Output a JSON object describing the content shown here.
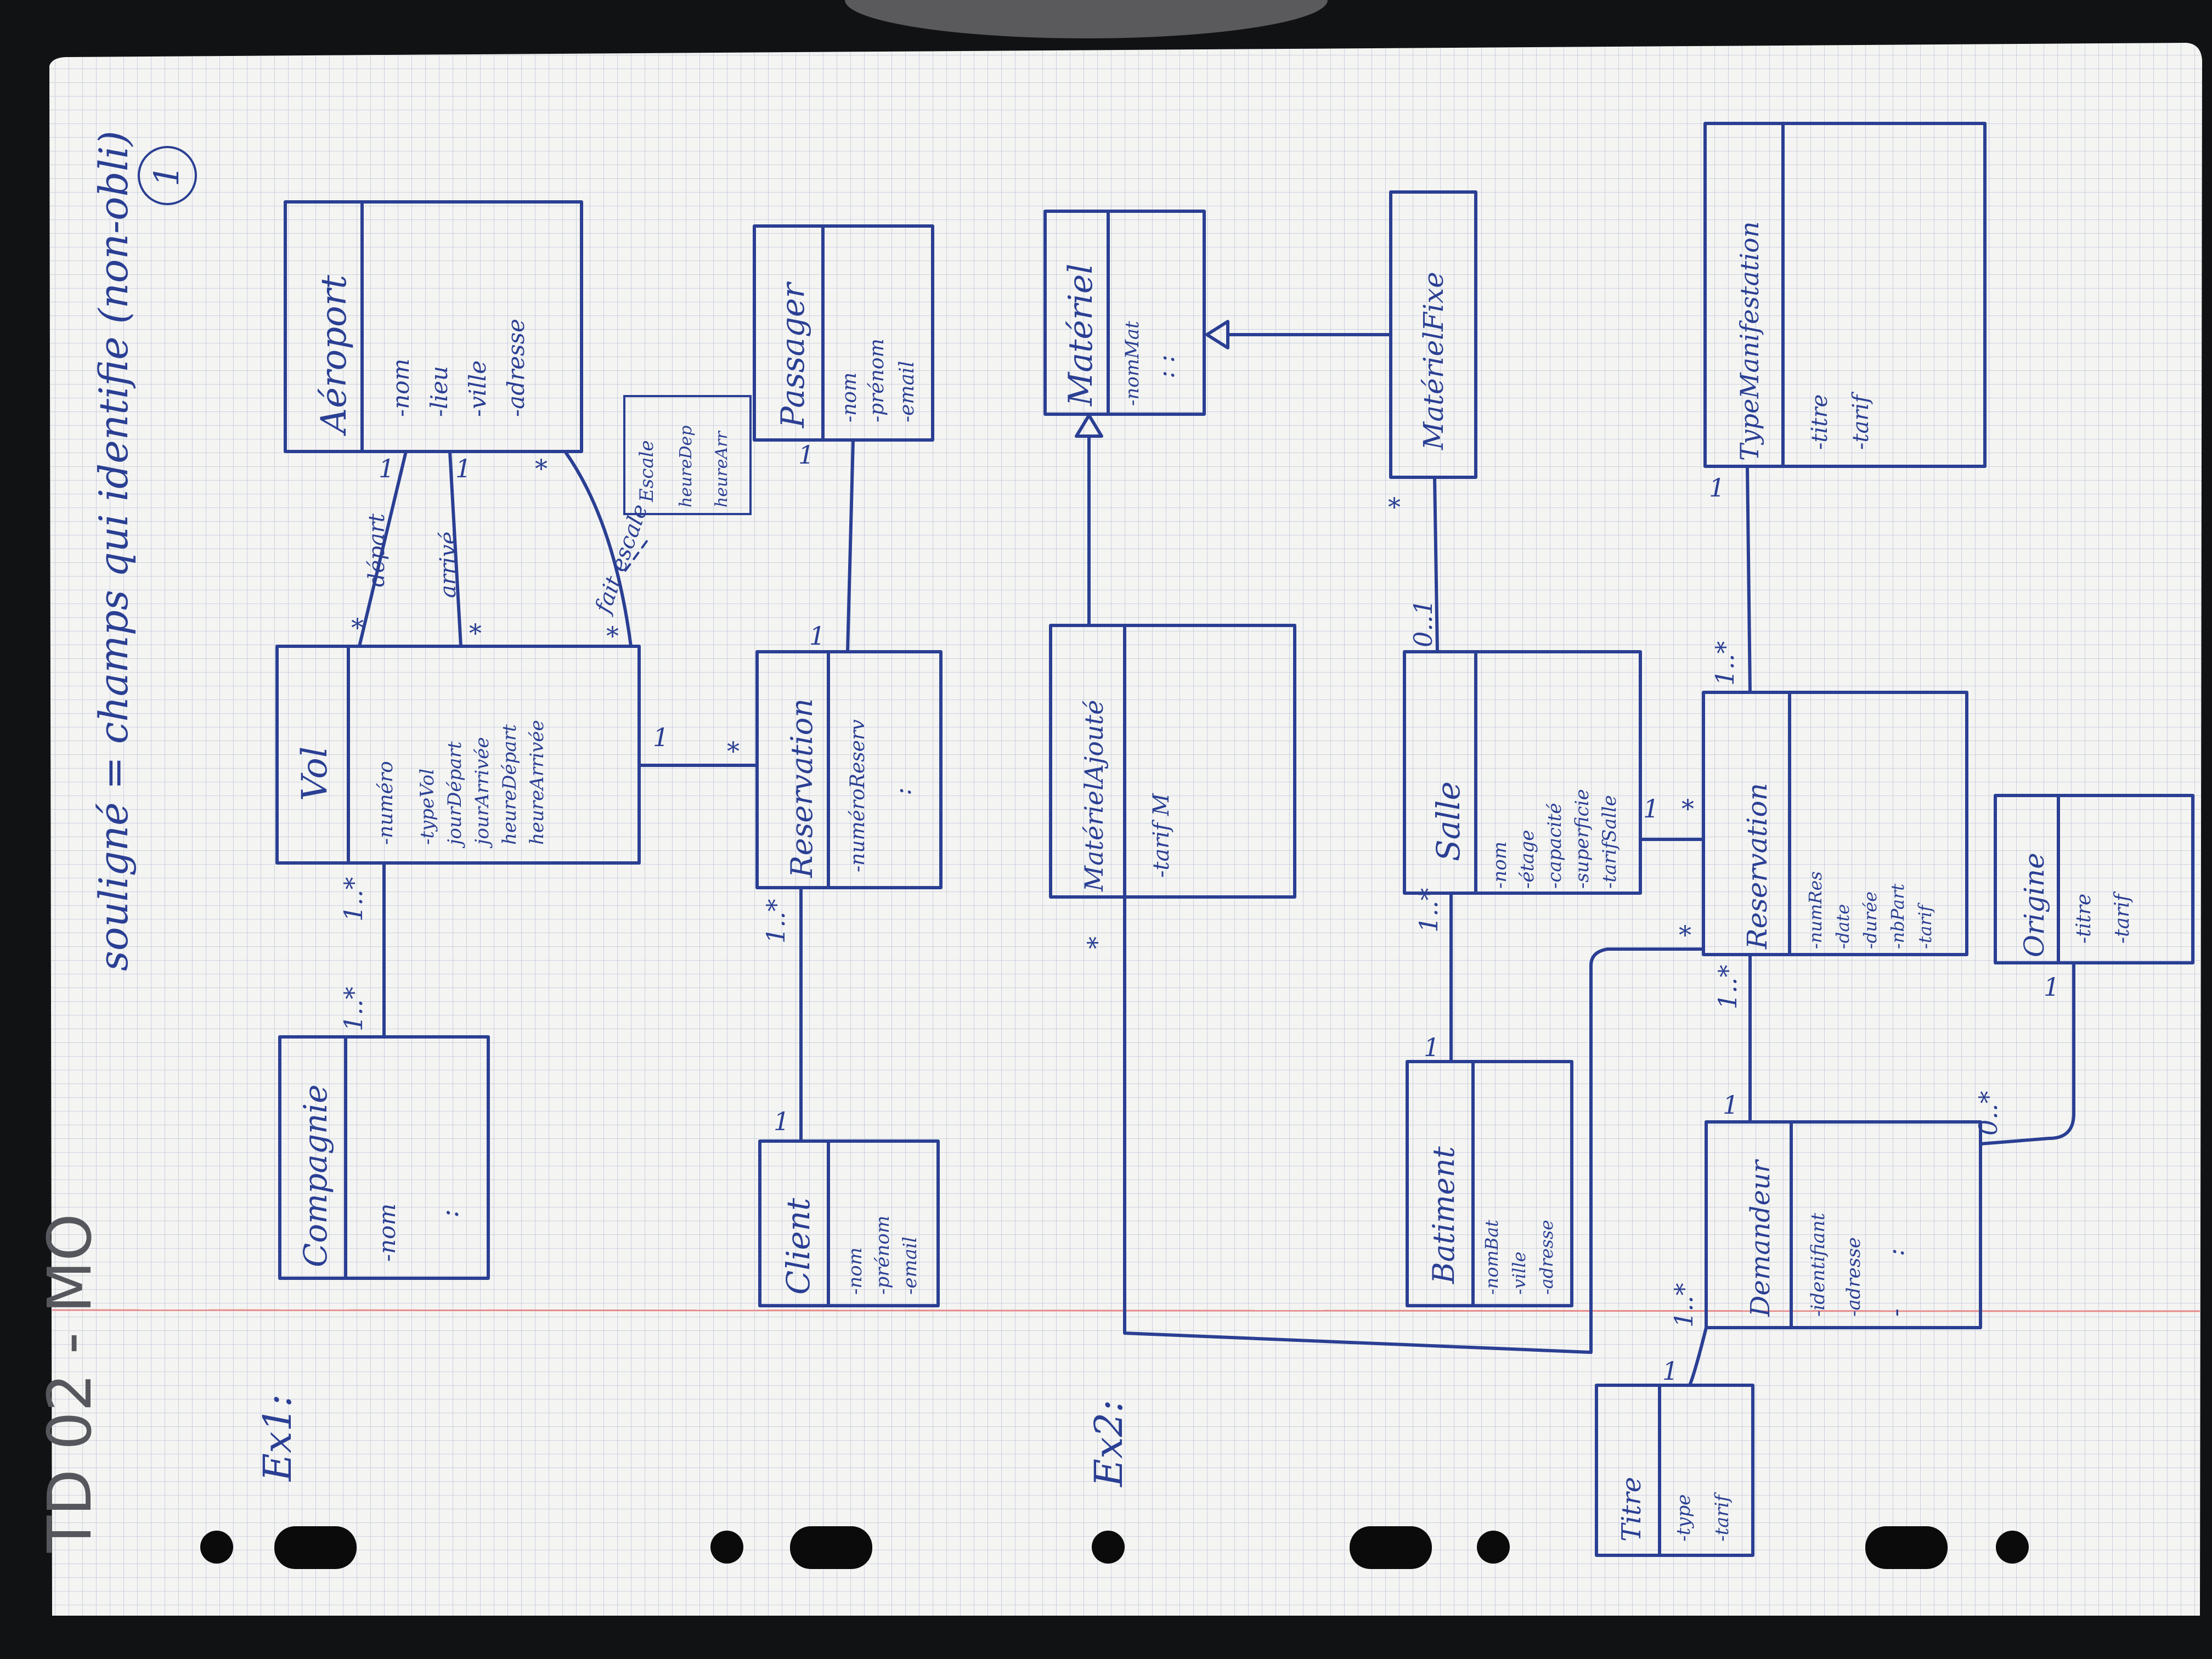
{
  "page": {
    "heading": "TD 02 - MO",
    "note": "souligné = champs qui identifie (non-obli)",
    "page_number": "1",
    "ex1_label": "Ex1:",
    "ex2_label": "Ex2:"
  },
  "colors": {
    "ink": "#2a3f93",
    "grid": "#b9c2d6",
    "margin_line": "#e58a8a",
    "paper": "#f4f4f2"
  },
  "classes": {
    "aeroport": {
      "name": "Aéroport",
      "attrs": [
        "-nom",
        "-lieu",
        "-ville",
        "-adresse"
      ]
    },
    "vol": {
      "name": "Vol",
      "attrs": [
        "-numéro",
        "-typeVol",
        "jourDépart",
        "jourArrivée",
        "heureDépart",
        "heureArrivée"
      ]
    },
    "compagnie": {
      "name": "Compagnie",
      "attrs": [
        "-nom",
        ":"
      ]
    },
    "escale": {
      "name": "Escale",
      "attrs": [
        "heureDep",
        "heureArr"
      ]
    },
    "passager": {
      "name": "Passager",
      "attrs": [
        "-nom",
        "-prénom",
        "-email"
      ]
    },
    "reservation1": {
      "name": "Reservation",
      "attrs": [
        "-numéroReserv",
        ":"
      ]
    },
    "client": {
      "name": "Client",
      "attrs": [
        "-nom",
        "-prénom",
        "-email"
      ]
    },
    "materiel": {
      "name": "Matériel",
      "attrs": [
        "-nomMat",
        ": :"
      ]
    },
    "materielFixe": {
      "name": "MatérielFixe",
      "attrs": []
    },
    "materielAjoute": {
      "name": "MatérielAjouté",
      "attrs": [
        "-tarif M"
      ]
    },
    "salle": {
      "name": "Salle",
      "attrs": [
        "-nom",
        "-étage",
        "-capacité",
        "-superficie",
        "-tarifSalle"
      ]
    },
    "batiment": {
      "name": "Batiment",
      "attrs": [
        "-nomBat",
        "-ville",
        "-adresse"
      ]
    },
    "typeManifestation": {
      "name": "TypeManifestation",
      "attrs": [
        "-titre",
        "-tarif"
      ]
    },
    "reservation2": {
      "name": "Reservation",
      "attrs": [
        "-numRes",
        "-date",
        "-durée",
        "-nbPart",
        "-tarif"
      ]
    },
    "origine": {
      "name": "Origine",
      "attrs": [
        "-titre",
        "-tarif"
      ]
    },
    "demandeur": {
      "name": "Demandeur",
      "attrs": [
        "-identifiant",
        "-adresse",
        ":",
        "-"
      ]
    },
    "titre": {
      "name": "Titre",
      "attrs": [
        "-type",
        "-tarif"
      ]
    }
  },
  "associations": {
    "depart": {
      "label": "départ",
      "m1": "1",
      "m2": "*"
    },
    "arrive": {
      "label": "arrivé",
      "m1": "1",
      "m2": "*"
    },
    "faitEscale": {
      "label": "fait escale",
      "m1": "*",
      "m2": "*"
    },
    "vol_compagnie": {
      "m1": "1..*",
      "m2": "1..*"
    },
    "vol_reservation": {
      "m1": "1",
      "m2": "*"
    },
    "passager_reservation": {
      "m1": "1",
      "m2": "1"
    },
    "reservation_client": {
      "m1": "1..*",
      "m2": "1"
    },
    "materielAjoute_salle": {
      "m1": "*"
    },
    "materielFixe_salle": {
      "m1": "*",
      "m2": "0..1"
    },
    "salle_batiment": {
      "m1": "1..*",
      "m2": "1"
    },
    "salle_reservation": {
      "m1": "1",
      "m2": "*"
    },
    "typeManif_reservation": {
      "m1": "1",
      "m2": "1..*"
    },
    "reservation_demandeur": {
      "m1": "1..*",
      "m2": "1"
    },
    "reservation_batiment": {
      "m1": "*"
    },
    "origine_demandeur": {
      "m1": "1",
      "m2": "0..*"
    },
    "titre_demandeur": {
      "m1": "1",
      "m2": "1..*"
    }
  }
}
